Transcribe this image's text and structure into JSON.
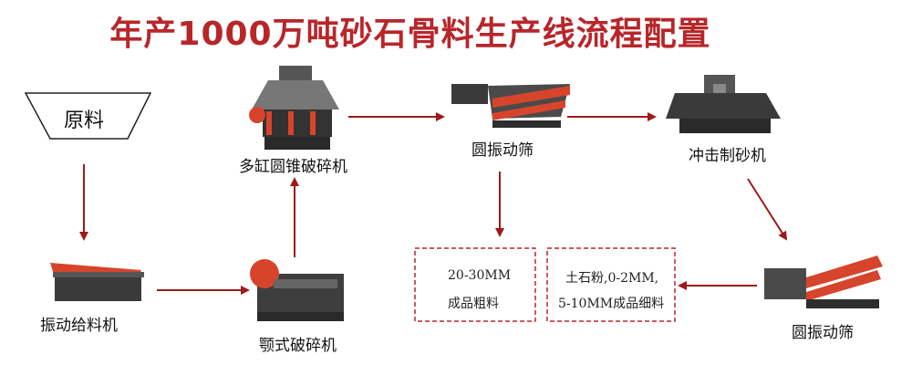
{
  "title": "年产1000万吨砂石骨料生产线流程配置",
  "raw_material": "原料",
  "machines": {
    "feeder": "振动给料机",
    "jaw_crusher": "颚式破碎机",
    "cone_crusher": "多缸圆锥破碎机",
    "screen_top": "圆振动筛",
    "sand_maker": "冲击制砂机",
    "screen_bottom": "圆振动筛"
  },
  "outputs": {
    "coarse": [
      "20-30MM",
      "成品粗料"
    ],
    "fine": [
      "土石粉,0-2MM,",
      "5-10MM成品细料"
    ]
  },
  "colors": {
    "accent": "#b8262a",
    "arrow": "#9e1a1a",
    "machine_red": "#d6452b",
    "machine_gray": "#3a3a3a"
  }
}
